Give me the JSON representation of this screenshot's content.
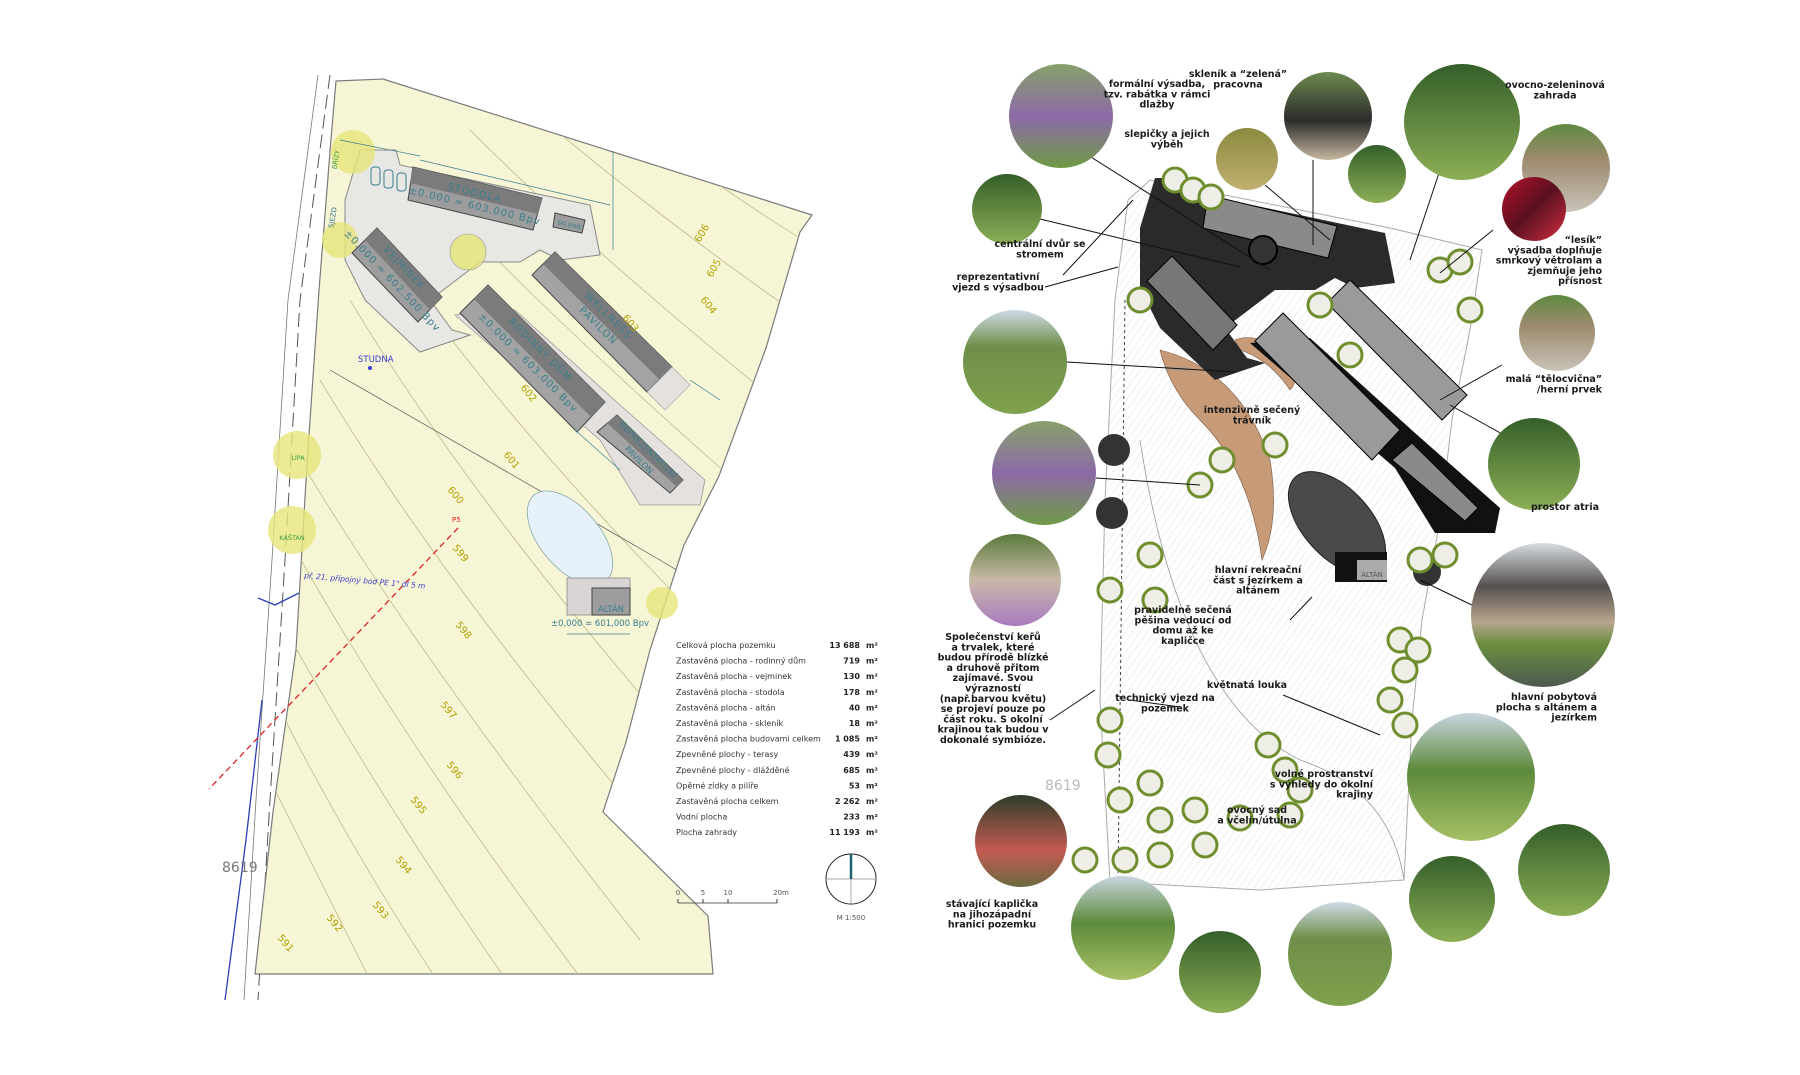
{
  "left_plan": {
    "buildings": {
      "stodola": {
        "name": "STODOLA",
        "level": "±0.000 = 603.000 Bpv"
      },
      "vejminek": {
        "name": "VEJMINEK",
        "level": "±0.000 = 602.500 Bpv"
      },
      "rodinny_dum": {
        "name": "RODINNÝ DŮM",
        "level": "±0.000 = 603.000 Bpv"
      },
      "wellness": {
        "name": "WELLNESS",
        "name2": "PAVILON"
      },
      "reprezentativni": {
        "name": "REPREZENTATIVNÍ",
        "name2": "PAVILON"
      },
      "sklenik": {
        "name": "SKLENÍK"
      },
      "altan": {
        "name": "ALTÁN",
        "level": "±0,000 = 601,000 Bpv"
      }
    },
    "features": {
      "studna": "STUDNA",
      "lipa": "LÍPA",
      "kastan": "KAŠTAN",
      "brizy": "BŘÍZY",
      "sjezd": "SJEZD",
      "connection_note": "př. 21, přípojný bod PE 1\" dl 5 m",
      "p5": "P5",
      "parcel": "8619"
    },
    "contours": [
      "606",
      "605",
      "604",
      "603",
      "602",
      "601",
      "600",
      "599",
      "598",
      "597",
      "596",
      "595",
      "594",
      "593",
      "592",
      "591"
    ],
    "area_table": [
      {
        "label": "Celková plocha pozemku",
        "value": "13 688",
        "unit": "m²"
      },
      {
        "label": "Zastavěná plocha - rodinný dům",
        "value": "719",
        "unit": "m²"
      },
      {
        "label": "Zastavěná plocha - vejminek",
        "value": "130",
        "unit": "m²"
      },
      {
        "label": "Zastavěná plocha - stodola",
        "value": "178",
        "unit": "m²"
      },
      {
        "label": "Zastavěná plocha - altán",
        "value": "40",
        "unit": "m²"
      },
      {
        "label": "Zastavěná plocha - skleník",
        "value": "18",
        "unit": "m²"
      },
      {
        "label": "Zastavěná plocha budovami celkem",
        "value": "1 085",
        "unit": "m²"
      },
      {
        "label": "Zpevněné plochy - terasy",
        "value": "439",
        "unit": "m²"
      },
      {
        "label": "Zpevněné plochy - dlážděné",
        "value": "685",
        "unit": "m²"
      },
      {
        "label": "Opěrné zídky a pilíře",
        "value": "53",
        "unit": "m²"
      },
      {
        "label": "Zastavěná plocha celkem",
        "value": "2 262",
        "unit": "m²"
      },
      {
        "label": "Vodní plocha",
        "value": "233",
        "unit": "m²"
      },
      {
        "label": "Plocha zahrady",
        "value": "11 193",
        "unit": "m²"
      }
    ],
    "scale_bar": {
      "ticks": [
        "0",
        "5",
        "10",
        "20m"
      ]
    },
    "scale": "M 1:500"
  },
  "right_plan": {
    "labels": [
      {
        "id": "formal",
        "lines": [
          "formální výsadba,",
          "tzv. rabátka v rámci",
          "dlažby"
        ]
      },
      {
        "id": "greenhouse",
        "lines": [
          "skleník a “zelená”",
          "pracovna"
        ]
      },
      {
        "id": "chickens",
        "lines": [
          "slepičky a jejich",
          "výběh"
        ]
      },
      {
        "id": "veg-garden",
        "lines": [
          "ovocno-zeleninová",
          "zahrada"
        ]
      },
      {
        "id": "courtyard",
        "lines": [
          "centrální dvůr se",
          "stromem"
        ]
      },
      {
        "id": "entrance",
        "lines": [
          "reprezentativní",
          "vjezd s výsadbou"
        ]
      },
      {
        "id": "grove",
        "lines": [
          "“lesík”",
          "výsadba doplňuje",
          "smrkový větrolam a",
          "zjemňuje jeho",
          "přísnost"
        ]
      },
      {
        "id": "gym",
        "lines": [
          "malá “tělocvična”",
          "/herní prvek"
        ]
      },
      {
        "id": "lawn",
        "lines": [
          "intenzivně sečený",
          "trávník"
        ]
      },
      {
        "id": "atrium",
        "lines": [
          "prostor atria"
        ]
      },
      {
        "id": "recreation",
        "lines": [
          "hlavní rekreační",
          "část s jezírkem a",
          "altánem"
        ]
      },
      {
        "id": "main-area",
        "lines": [
          "hlavní pobytová",
          "plocha s altánem a",
          "jezírkem"
        ]
      },
      {
        "id": "path",
        "lines": [
          "pravidelně sečená",
          "pěšina vedoucí od",
          "domu až ke",
          "kapličce"
        ]
      },
      {
        "id": "shrubs",
        "lines": [
          "Společenství keřů",
          "a trvalek, které",
          "budou přírodě blízké",
          "a druhově přitom",
          "zajímavé. Svou",
          "výrazností",
          "(např.barvou květu)",
          "se projeví pouze po",
          "část roku. S okolní",
          "krajinou tak budou v",
          "dokonalé symbióze."
        ]
      },
      {
        "id": "service-entry",
        "lines": [
          "technický vjezd na",
          "pozemek"
        ]
      },
      {
        "id": "meadow",
        "lines": [
          "květnatá louka"
        ]
      },
      {
        "id": "open-space",
        "lines": [
          "volné prostranství",
          "s výhledy do okolní",
          "krajiny"
        ]
      },
      {
        "id": "orchard",
        "lines": [
          "ovocný sad",
          "a včelín/útulna"
        ]
      },
      {
        "id": "chapel",
        "lines": [
          "stávající kaplička",
          "na jihozápadní",
          "hranici pozemku"
        ]
      }
    ],
    "plan_text": {
      "altan": "ALTÁN",
      "parcel": "8619",
      "studna": "STUDNA"
    }
  },
  "colors": {
    "plot_fill": "#f6f5d6",
    "building_text": "#3b7e8c",
    "contour": "#b3a100",
    "tree_green": "#7a9a3a"
  }
}
